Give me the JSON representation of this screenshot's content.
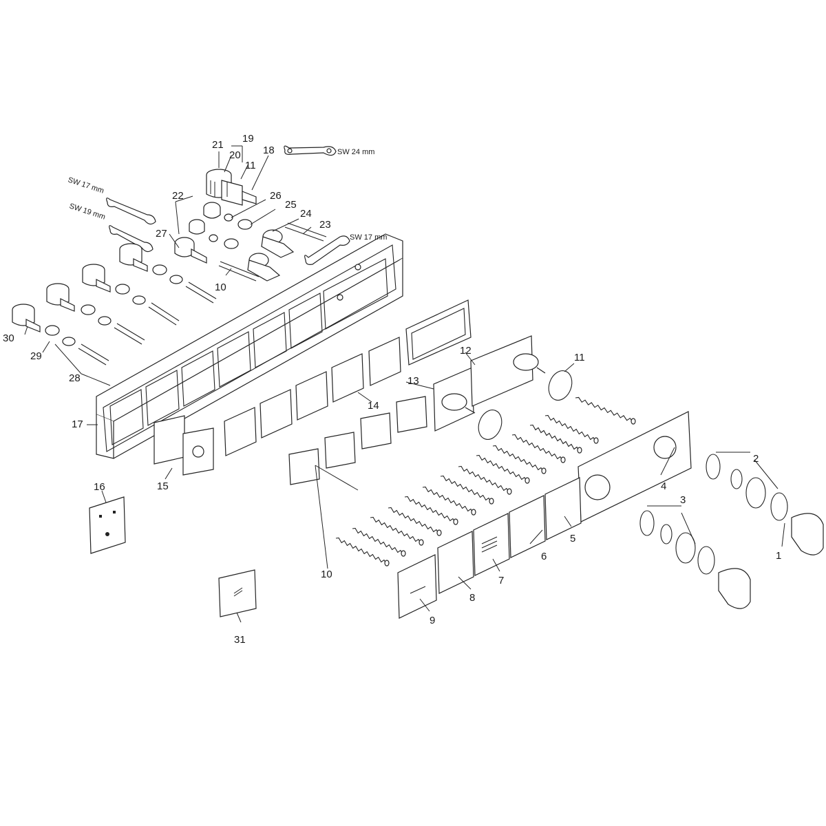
{
  "callouts": {
    "c1": "1",
    "c2": "2",
    "c3": "3",
    "c4": "4",
    "c5": "5",
    "c6": "6",
    "c7": "7",
    "c8": "8",
    "c9": "9",
    "c10a": "10",
    "c10b": "10",
    "c11a": "11",
    "c11b": "11",
    "c12": "12",
    "c13": "13",
    "c14": "14",
    "c15": "15",
    "c16": "16",
    "c17": "17",
    "c18": "18",
    "c19": "19",
    "c20": "20",
    "c21": "21",
    "c22": "22",
    "c23": "23",
    "c24": "24",
    "c25": "25",
    "c26": "26",
    "c27": "27",
    "c28": "28",
    "c29": "29",
    "c30": "30",
    "c31": "31"
  },
  "wrenches": {
    "w24": "SW 24 mm",
    "w17a": "SW 17 mm",
    "w19": "SW 19 mm",
    "w17b": "SW 17 mm"
  },
  "colors": {
    "line": "#222222",
    "background": "#ffffff"
  }
}
